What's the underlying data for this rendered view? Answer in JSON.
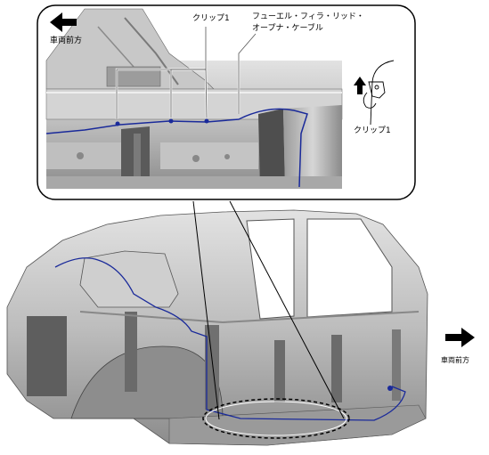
{
  "labels": {
    "front_top": "車両前方",
    "front_right": "車両前方",
    "clip_top": "クリップ1",
    "cable_line1": "フューエル・フィラ・リッド・",
    "cable_line2": "オープナ・ケーブル",
    "clip_side": "クリップ1"
  },
  "colors": {
    "cable": "#1a2a9a",
    "metal_light": "#d8d8d8",
    "metal_mid": "#a9a9a9",
    "metal_dark": "#5e5e5e",
    "outline": "#000000"
  },
  "icons": {
    "front_top": "arrow-left-icon",
    "front_right": "arrow-right-icon",
    "clip_up": "arrow-up-icon",
    "clip_detail": "clip-icon"
  }
}
